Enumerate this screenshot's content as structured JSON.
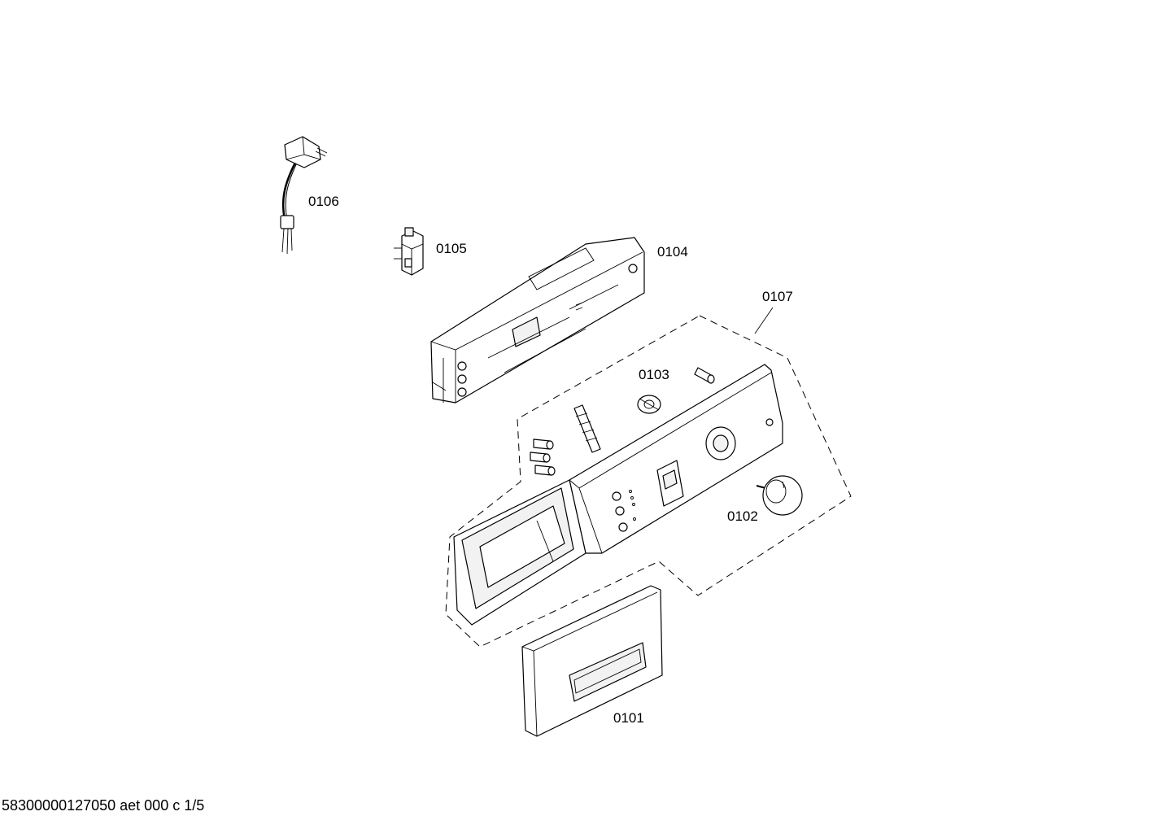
{
  "diagram": {
    "parts": [
      {
        "id": "0101"
      },
      {
        "id": "0102"
      },
      {
        "id": "0103"
      },
      {
        "id": "0104"
      },
      {
        "id": "0105"
      },
      {
        "id": "0106"
      },
      {
        "id": "0107"
      }
    ]
  },
  "footer": {
    "text": "58300000127050 aet 000 c 1/5"
  }
}
